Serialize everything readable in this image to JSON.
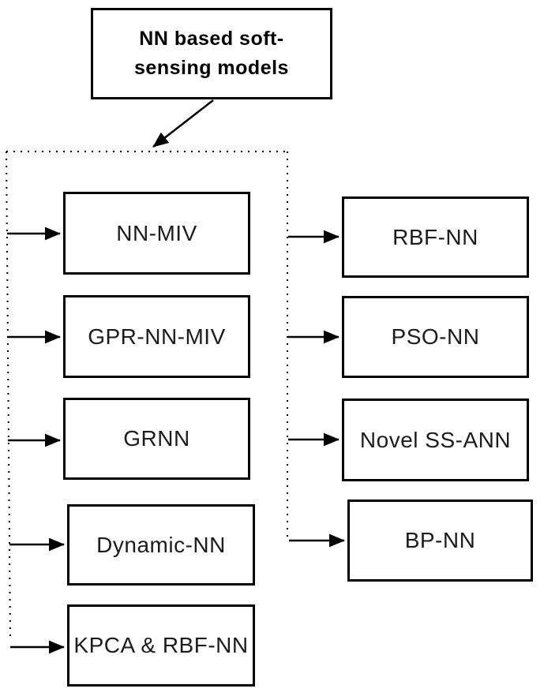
{
  "diagram": {
    "title": "NN based soft-sensing models",
    "root_node": {
      "label_line1": "NN based soft-",
      "label_line2": "sensing models"
    },
    "left_nodes": [
      {
        "label": "NN-MIV"
      },
      {
        "label": "GPR-NN-MIV"
      },
      {
        "label": "GRNN"
      },
      {
        "label": "Dynamic-NN"
      },
      {
        "label": "KPCA & RBF-NN"
      }
    ],
    "right_nodes": [
      {
        "label": "RBF-NN"
      },
      {
        "label": "PSO-NN"
      },
      {
        "label": "Novel SS-ANN"
      },
      {
        "label": "BP-NN"
      }
    ],
    "colors": {
      "stroke": "#000000",
      "background": "#ffffff",
      "text": "#1c1c1c"
    }
  }
}
